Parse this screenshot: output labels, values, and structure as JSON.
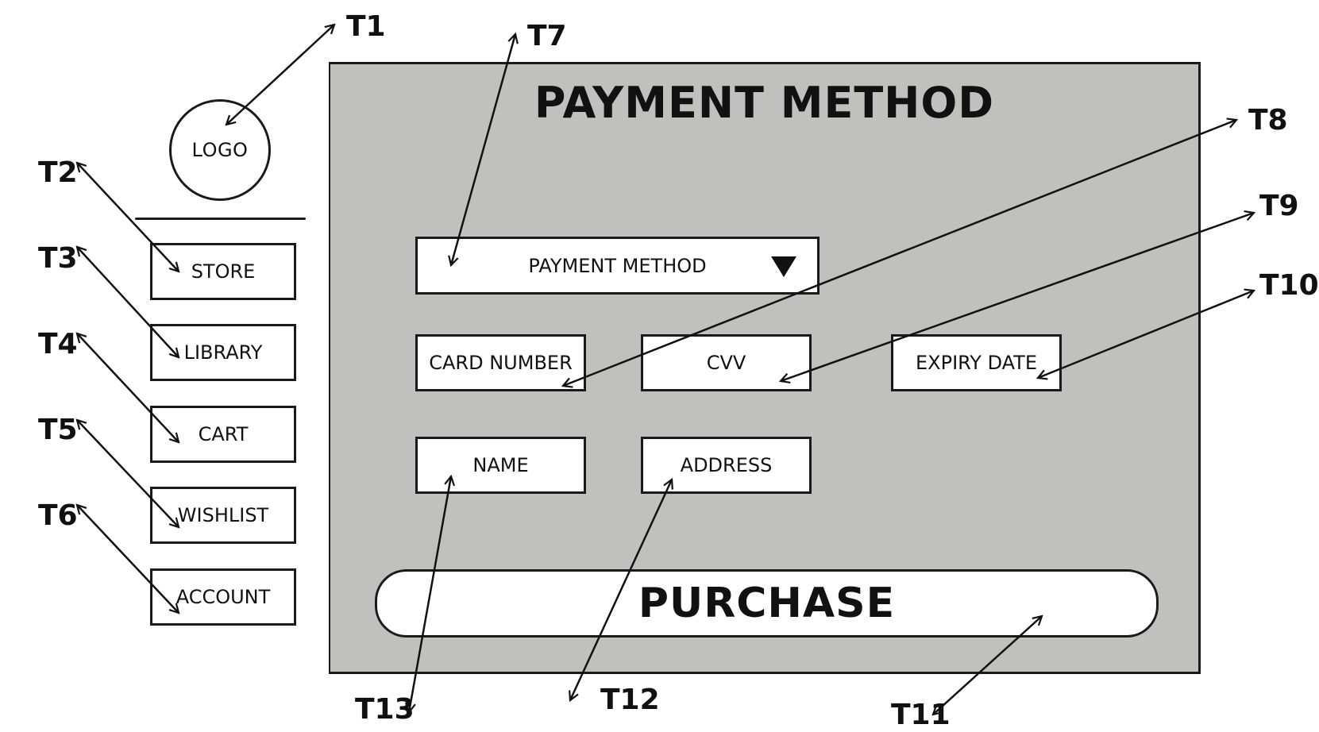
{
  "sidebar": {
    "logo_label": "LOGO",
    "items": [
      {
        "label": "STORE"
      },
      {
        "label": "LIBRARY"
      },
      {
        "label": "CART"
      },
      {
        "label": "WISHLIST"
      },
      {
        "label": "ACCOUNT"
      }
    ]
  },
  "main": {
    "title": "PAYMENT METHOD",
    "payment_select": {
      "value": "PAYMENT METHOD"
    },
    "fields": {
      "card_number": "CARD NUMBER",
      "cvv": "CVV",
      "expiry_date": "EXPIRY DATE",
      "name": "NAME",
      "address": "ADDRESS"
    },
    "purchase_label": "PURCHASE"
  },
  "annotations": {
    "t1": "T1",
    "t2": "T2",
    "t3": "T3",
    "t4": "T4",
    "t5": "T5",
    "t6": "T6",
    "t7": "T7",
    "t8": "T8",
    "t9": "T9",
    "t10": "T10",
    "t11": "T11",
    "t12": "T12",
    "t13": "T13"
  },
  "colors": {
    "main_panel": "#c0c0bf",
    "outline": "#1a1a1a",
    "background": "#ffffff"
  }
}
